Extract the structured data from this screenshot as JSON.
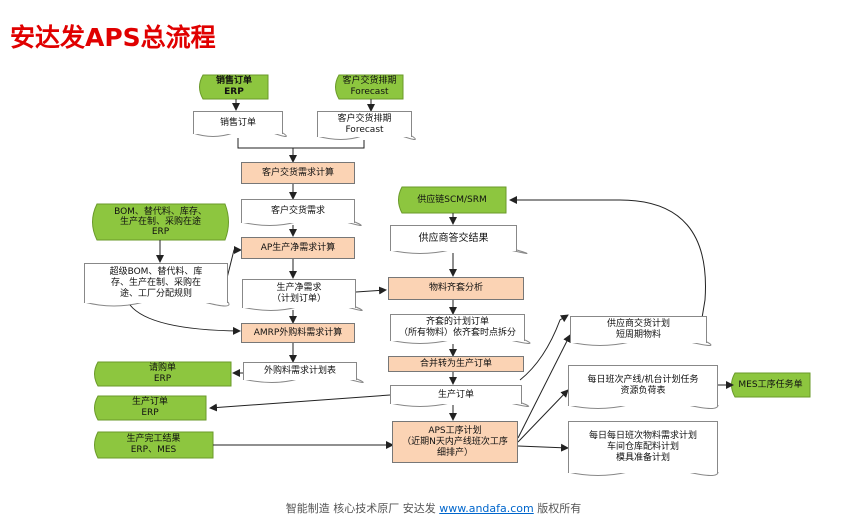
{
  "title": "安达发APS总流程",
  "nodes": {
    "sales_order_erp": [
      "销售订单",
      "ERP"
    ],
    "cust_forecast": [
      "客户交货排期",
      "Forecast"
    ],
    "sales_order_doc": [
      "销售订单"
    ],
    "cust_forecast_doc": [
      "客户交货排期",
      "Forecast"
    ],
    "cust_demand_calc": [
      "客户交货需求计算"
    ],
    "cust_demand_doc": [
      "客户交货需求"
    ],
    "bom_erp": [
      "BOM、替代料、库存、",
      "生产在制、采购在途",
      "ERP"
    ],
    "super_bom_doc": [
      "超级BOM、替代料、库",
      "存、生产在制、采购在",
      "途、工厂分配规则"
    ],
    "ap_net_calc": [
      "AP生产净需求计算"
    ],
    "net_demand_doc": [
      "生产净需求",
      "（计划订单）"
    ],
    "amrp_calc": [
      "AMRP外购料需求计算"
    ],
    "purchase_plan_doc": [
      "外购料需求计划表"
    ],
    "purchase_req": [
      "请购单",
      "ERP"
    ],
    "prod_order_erp": [
      "生产订单",
      "ERP"
    ],
    "prod_done": [
      "生产完工结果",
      "ERP、MES"
    ],
    "scm_srm": [
      "供应链SCM/SRM"
    ],
    "supplier_reply_doc": [
      "供应商答交结果"
    ],
    "material_analysis": [
      "物料齐套分析"
    ],
    "kit_order_doc": [
      "齐套的计划订单",
      "（所有物料）依齐套时点拆分"
    ],
    "merge_prod": [
      "合并转为生产订单"
    ],
    "prod_order_doc": [
      "生产订单"
    ],
    "aps_schedule": [
      "APS工序计划",
      "（近期N天内产线班次工序",
      "细排产）"
    ],
    "supplier_plan_doc": [
      "供应商交货计划",
      "短周期物料"
    ],
    "shift_task_doc": [
      "每日班次产线/机台计划任务",
      "资源负荷表"
    ],
    "mes_task": [
      "MES工序任务单"
    ],
    "material_req_doc": [
      "每日每日班次物料需求计划",
      "车间仓库配料计划",
      "模具准备计划"
    ]
  },
  "footer": {
    "text": "智能制造 核心技术原厂    安达发 ",
    "link": "www.andafa.com",
    "suffix": "  版权所有"
  },
  "colors": {
    "title": "#e00000",
    "green": "#8dc63f",
    "process": "#fbd3b4"
  }
}
